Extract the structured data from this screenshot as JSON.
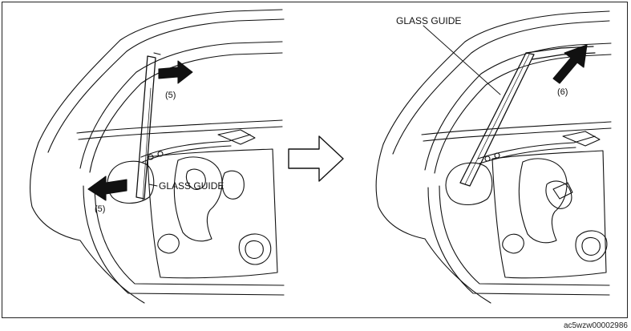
{
  "left_panel": {
    "label_glass_guide": "GLASS GUIDE",
    "label_step_upper": "(5)",
    "label_step_lower": "(5)"
  },
  "right_panel": {
    "label_glass_guide": "GLASS GUIDE",
    "label_step": "(6)"
  },
  "figure_code": "ac5wzw00002986",
  "colors": {
    "line": "#111111",
    "arrow_fill": "#111111",
    "background": "#ffffff"
  }
}
